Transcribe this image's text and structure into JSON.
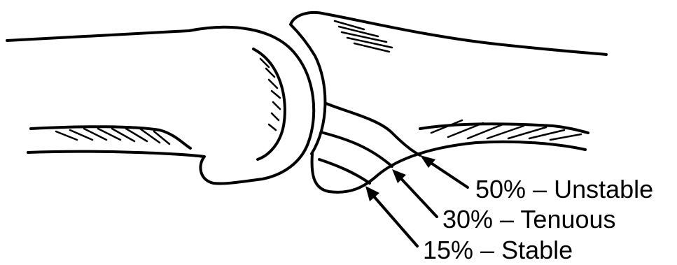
{
  "labels": {
    "unstable": "50% – Unstable",
    "tenuous": "30% – Tenuous",
    "stable": "15% – Stable"
  },
  "colors": {
    "ink": "#000000",
    "background": "#ffffff"
  }
}
